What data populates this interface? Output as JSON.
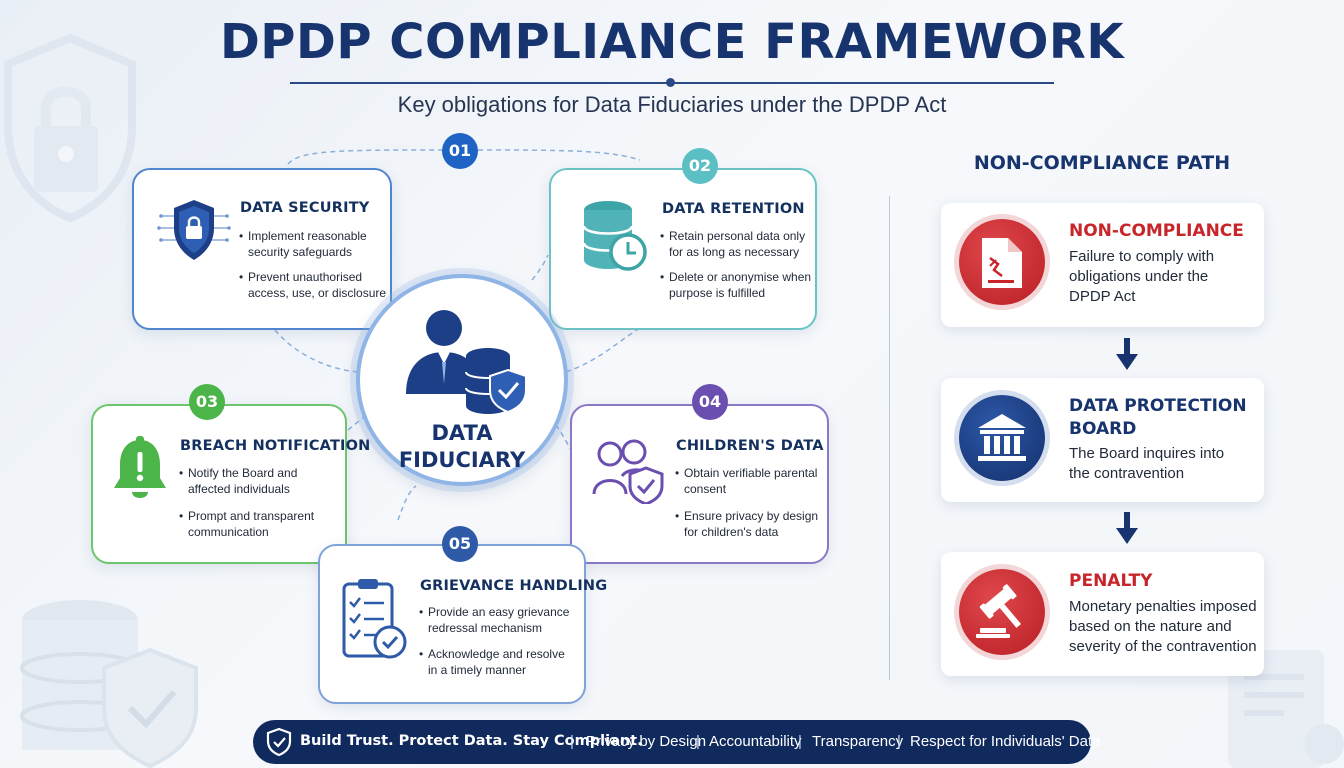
{
  "header": {
    "title": "DPDP COMPLIANCE FRAMEWORK",
    "subtitle": "Key obligations for Data Fiduciaries under the DPDP Act"
  },
  "hub": {
    "line1": "DATA",
    "line2": "FIDUCIARY"
  },
  "obligations": [
    {
      "number": "01",
      "title": "DATA SECURITY",
      "icon": "shield-lock-icon",
      "color": "#1f63c4",
      "bullets": [
        [
          "Implement reasonable",
          "security safeguards"
        ],
        [
          "Prevent unauthorised",
          "access, use, or disclosure"
        ]
      ]
    },
    {
      "number": "02",
      "title": "DATA RETENTION",
      "icon": "database-clock-icon",
      "color": "#4fb3b8",
      "bullets": [
        [
          "Retain personal data only",
          "for as long as necessary"
        ],
        [
          "Delete or anonymise when",
          "purpose is fulfilled"
        ]
      ]
    },
    {
      "number": "03",
      "title": "BREACH NOTIFICATION",
      "icon": "alert-bell-icon",
      "color": "#4cb549",
      "bullets": [
        [
          "Notify the Board and",
          "affected individuals"
        ],
        [
          "Prompt and transparent",
          "communication"
        ]
      ]
    },
    {
      "number": "04",
      "title": "CHILDREN'S DATA",
      "icon": "children-shield-icon",
      "color": "#6a4fb0",
      "bullets": [
        [
          "Obtain verifiable parental",
          "consent"
        ],
        [
          "Ensure privacy by design",
          "for children's data"
        ]
      ]
    },
    {
      "number": "05",
      "title": "GRIEVANCE HANDLING",
      "icon": "clipboard-check-icon",
      "color": "#2f5aa8",
      "bullets": [
        [
          "Provide an easy grievance",
          "redressal mechanism"
        ],
        [
          "Acknowledge and resolve",
          "in a timely manner"
        ]
      ]
    }
  ],
  "non_compliance_path": {
    "title": "NON-COMPLIANCE PATH",
    "steps": [
      {
        "title": "NON-COMPLIANCE",
        "icon": "broken-document-icon",
        "color": "#c8252b",
        "text": [
          "Failure to comply with",
          "obligations under the",
          "DPDP Act"
        ]
      },
      {
        "title": "DATA PROTECTION BOARD",
        "title_lines": [
          "DATA PROTECTION",
          "BOARD"
        ],
        "icon": "courthouse-icon",
        "color": "#1c3f86",
        "text": [
          "The Board inquires into",
          "the contravention"
        ]
      },
      {
        "title": "PENALTY",
        "icon": "gavel-icon",
        "color": "#c8252b",
        "text": [
          "Monetary penalties imposed",
          "based on the nature and",
          "severity of the contravention"
        ]
      }
    ]
  },
  "footer": {
    "tagline": "Build Trust. Protect Data. Stay Compliant.",
    "items": [
      "Privacy by Design",
      "Accountability",
      "Transparency",
      "Respect for Individuals' Data"
    ],
    "separator": "|"
  }
}
